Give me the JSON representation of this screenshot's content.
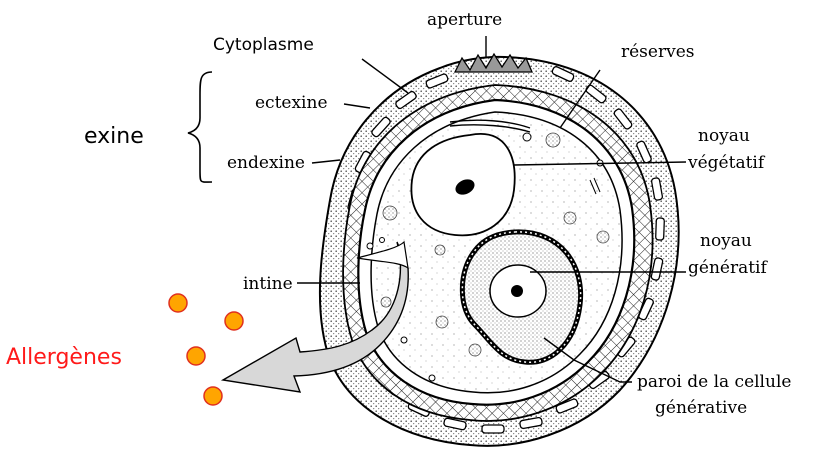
{
  "labels": {
    "cytoplasme": "Cytoplasme",
    "aperture": "aperture",
    "reserves": "réserves",
    "exine": "exine",
    "ectexine": "ectexine",
    "endexine": "endexine",
    "noyau_vegetatif_1": "noyau",
    "noyau_vegetatif_2": "végétatif",
    "noyau_generatif_1": "noyau",
    "noyau_generatif_2": "génératif",
    "intine": "intine",
    "allergenes": "Allergènes",
    "paroi_1": "paroi de la cellule",
    "paroi_2": "générative"
  },
  "colors": {
    "allergen_text": "#ff1a1a",
    "allergen_dot_fill": "#ffa500",
    "allergen_dot_stroke": "#e0301e",
    "arrow_fill": "#d8d8d8"
  },
  "icons": {
    "allergen_particle": "orange-circle"
  }
}
